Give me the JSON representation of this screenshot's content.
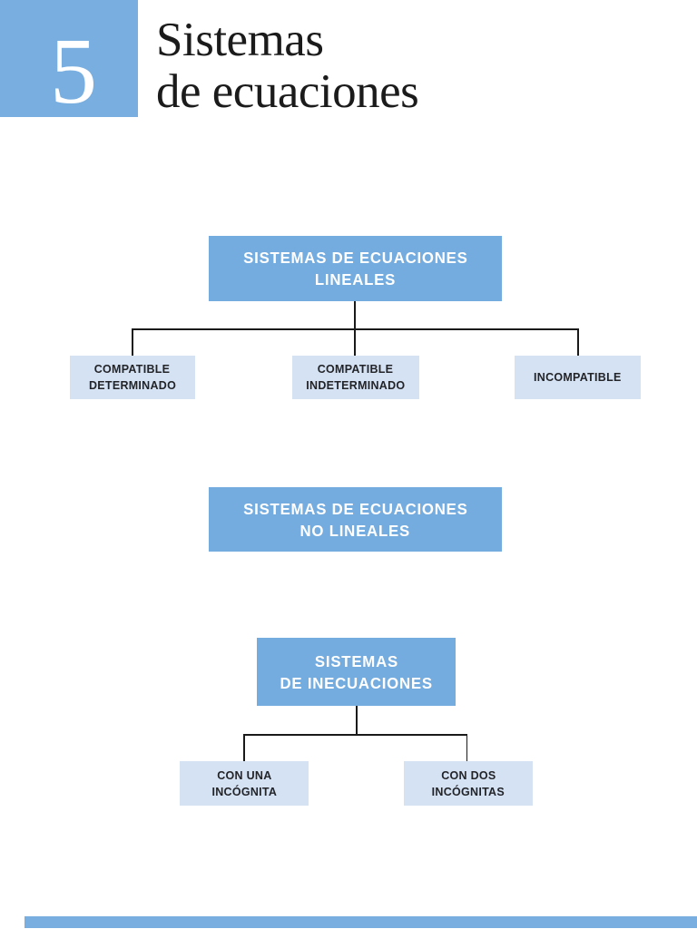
{
  "colors": {
    "accent_blue": "#79AFE0",
    "box_blue": "#74ACDF",
    "light_blue": "#D4E2F4",
    "line_black": "#1A1A1A",
    "text_dark": "#232428"
  },
  "header": {
    "chapter_number": "5",
    "title_line1": "Sistemas",
    "title_line2": "de ecuaciones"
  },
  "diagram": {
    "sections": [
      {
        "root": {
          "line1": "SISTEMAS DE ECUACIONES",
          "line2": "LINEALES"
        },
        "children": [
          {
            "line1": "COMPATIBLE",
            "line2": "DETERMINADO"
          },
          {
            "line1": "COMPATIBLE",
            "line2": "INDETERMINADO"
          },
          {
            "line1": "INCOMPATIBLE",
            "line2": ""
          }
        ]
      },
      {
        "root": {
          "line1": "SISTEMAS DE ECUACIONES",
          "line2": "NO LINEALES"
        },
        "children": []
      },
      {
        "root": {
          "line1": "SISTEMAS",
          "line2": "DE INECUACIONES"
        },
        "children": [
          {
            "line1": "CON UNA",
            "line2": "INCÓGNITA"
          },
          {
            "line1": "CON DOS",
            "line2": "INCÓGNITAS"
          }
        ]
      }
    ]
  }
}
